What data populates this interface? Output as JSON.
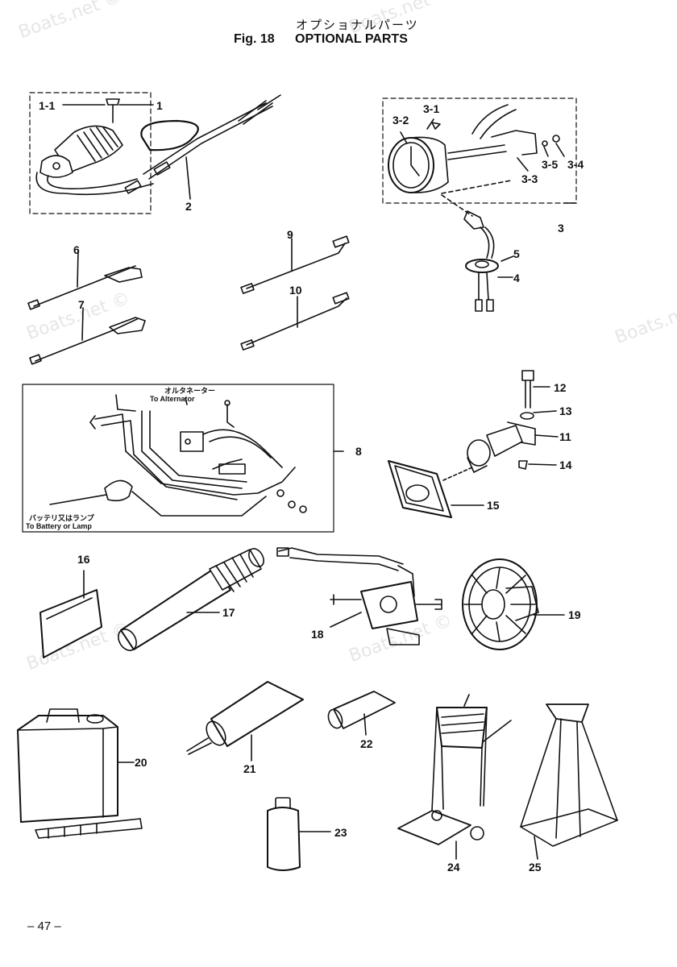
{
  "watermark": "Boats.net ©",
  "title": {
    "japanese": "オプショナルパーツ",
    "figure": "Fig. 18",
    "english": "OPTIONAL PARTS"
  },
  "notes": {
    "alternator_jp": "オルタネーター",
    "alternator_en": "To Alternator",
    "battery_jp": "バッテリ又はランプ",
    "battery_en": "To Battery or Lamp"
  },
  "parts": {
    "p1_1": "1-1",
    "p1": "1",
    "p2": "2",
    "p3_1": "3-1",
    "p3_2": "3-2",
    "p3_3": "3-3",
    "p3_4": "3-4",
    "p3_5": "3-5",
    "p3": "3",
    "p4": "4",
    "p5": "5",
    "p6": "6",
    "p7": "7",
    "p8": "8",
    "p9": "9",
    "p10": "10",
    "p11": "11",
    "p12": "12",
    "p13": "13",
    "p14": "14",
    "p15": "15",
    "p16": "16",
    "p17": "17",
    "p18": "18",
    "p19": "19",
    "p20": "20",
    "p21": "21",
    "p22": "22",
    "p23": "23",
    "p24": "24",
    "p25": "25"
  },
  "page_number": "– 47 –"
}
